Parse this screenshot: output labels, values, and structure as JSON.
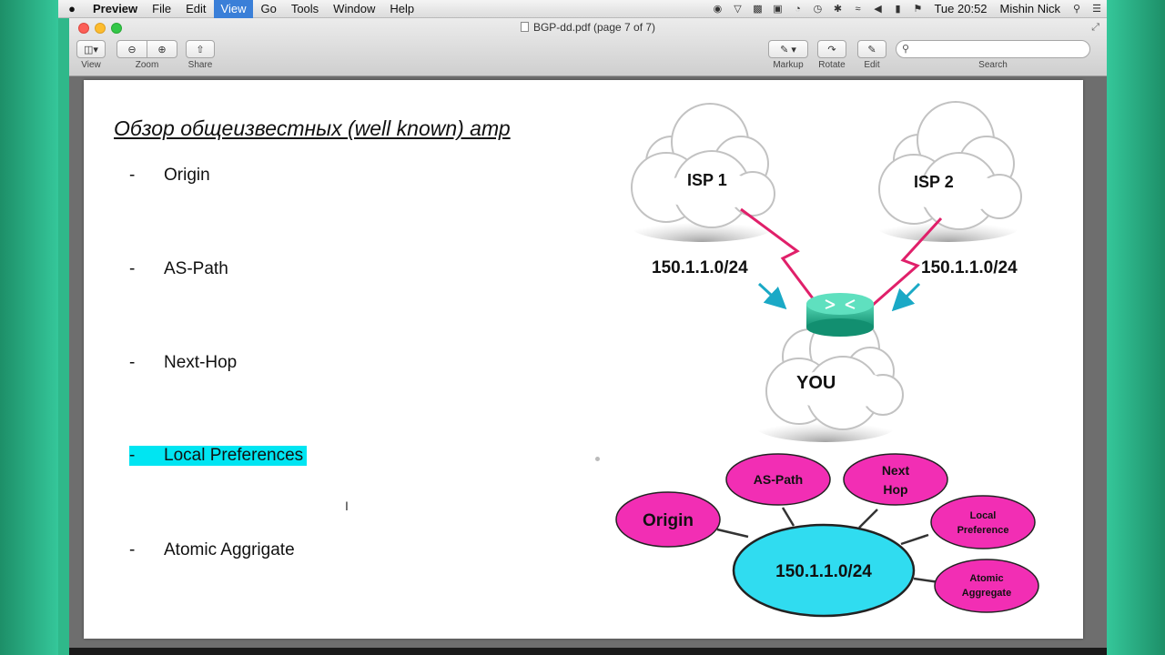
{
  "menubar": {
    "app": "Preview",
    "items": [
      "File",
      "Edit",
      "View",
      "Go",
      "Tools",
      "Window",
      "Help"
    ],
    "active": "View",
    "clock": "Tue 20:52",
    "user": "Mishin Nick"
  },
  "window": {
    "title": "BGP-dd.pdf (page 7 of 7)"
  },
  "toolbar": {
    "view_label": "View",
    "zoom_label": "Zoom",
    "share_label": "Share",
    "markup_label": "Markup",
    "rotate_label": "Rotate",
    "edit_label": "Edit",
    "search_label": "Search",
    "search_value": ""
  },
  "slide": {
    "title": "Обзор общеизвестных (well known) атр",
    "bullets": [
      {
        "dash": "-",
        "text": "Origin"
      },
      {
        "dash": "-",
        "text": "AS-Path"
      },
      {
        "dash": "-",
        "text": "Next-Hop"
      },
      {
        "dash": "-",
        "text": "Local Preferences"
      },
      {
        "dash": "-",
        "text": "Atomic Aggrigate"
      }
    ],
    "highlight_color": "#00e5f2"
  },
  "diagram": {
    "clouds": [
      "ISP 1",
      "ISP 2",
      "YOU"
    ],
    "prefix_left": "150.1.1.0/24",
    "prefix_right": "150.1.1.0/24",
    "link_color": "#e0206a",
    "arrow_color": "#1aa9c6",
    "router_color": "#1fb592"
  },
  "mindmap": {
    "center": "150.1.1.0/24",
    "center_color": "#30dcf0",
    "node_color": "#f22eb4",
    "nodes": {
      "origin": "Origin",
      "as_path": "AS-Path",
      "next_hop_1": "Next",
      "next_hop_2": "Hop",
      "local_pref_1": "Local",
      "local_pref_2": "Preference",
      "atomic_1": "Atomic",
      "atomic_2": "Aggregate"
    }
  }
}
